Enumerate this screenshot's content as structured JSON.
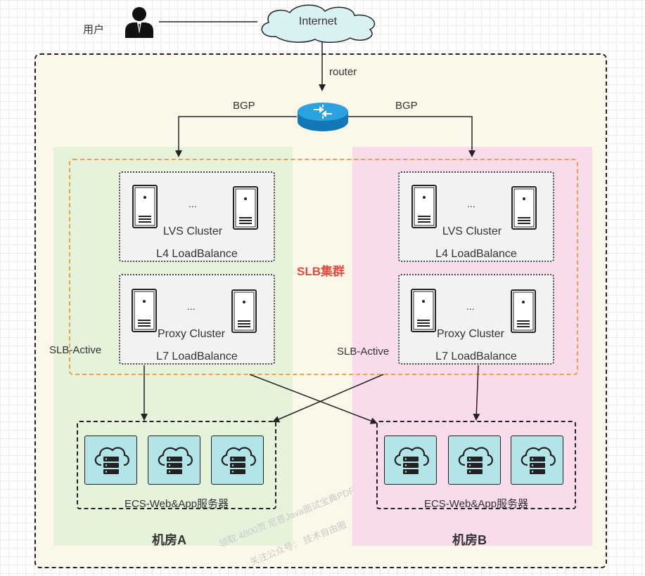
{
  "user": {
    "label": "用户",
    "icon": "user-icon"
  },
  "internet": {
    "label": "Internet",
    "icon": "cloud-icon"
  },
  "router": {
    "label": "router",
    "icon": "router-icon"
  },
  "bgp_left": "BGP",
  "bgp_right": "BGP",
  "slb_title": "SLB集群",
  "rooms": [
    {
      "title": "机房A",
      "slb_active": "SLB-Active",
      "l4": {
        "cluster": "LVS Cluster",
        "label": "L4 LoadBalance",
        "ellipsis": "..."
      },
      "l7": {
        "cluster": "Proxy Cluster",
        "label": "L7 LoadBalance",
        "ellipsis": "..."
      },
      "ecs_label": "ECS-Web&App服务器"
    },
    {
      "title": "机房B",
      "slb_active": "SLB-Active",
      "l4": {
        "cluster": "LVS Cluster",
        "label": "L4 LoadBalance",
        "ellipsis": "..."
      },
      "l7": {
        "cluster": "Proxy Cluster",
        "label": "L7 LoadBalance",
        "ellipsis": "..."
      },
      "ecs_label": "ECS-Web&App服务器"
    }
  ],
  "watermark": {
    "line1": "领取 4800页 尼恩Java面试宝典PDF",
    "line2": "关注公众号：  技术自由圈"
  },
  "colors": {
    "room_a": "#e4f3d9",
    "room_b": "#f9dcec",
    "outer": "#fbf8ea",
    "slb_border": "#f0a04b",
    "slb_title": "#e14b3b",
    "cloud_tile": "#b3e5e8",
    "router": "#2196d3"
  }
}
